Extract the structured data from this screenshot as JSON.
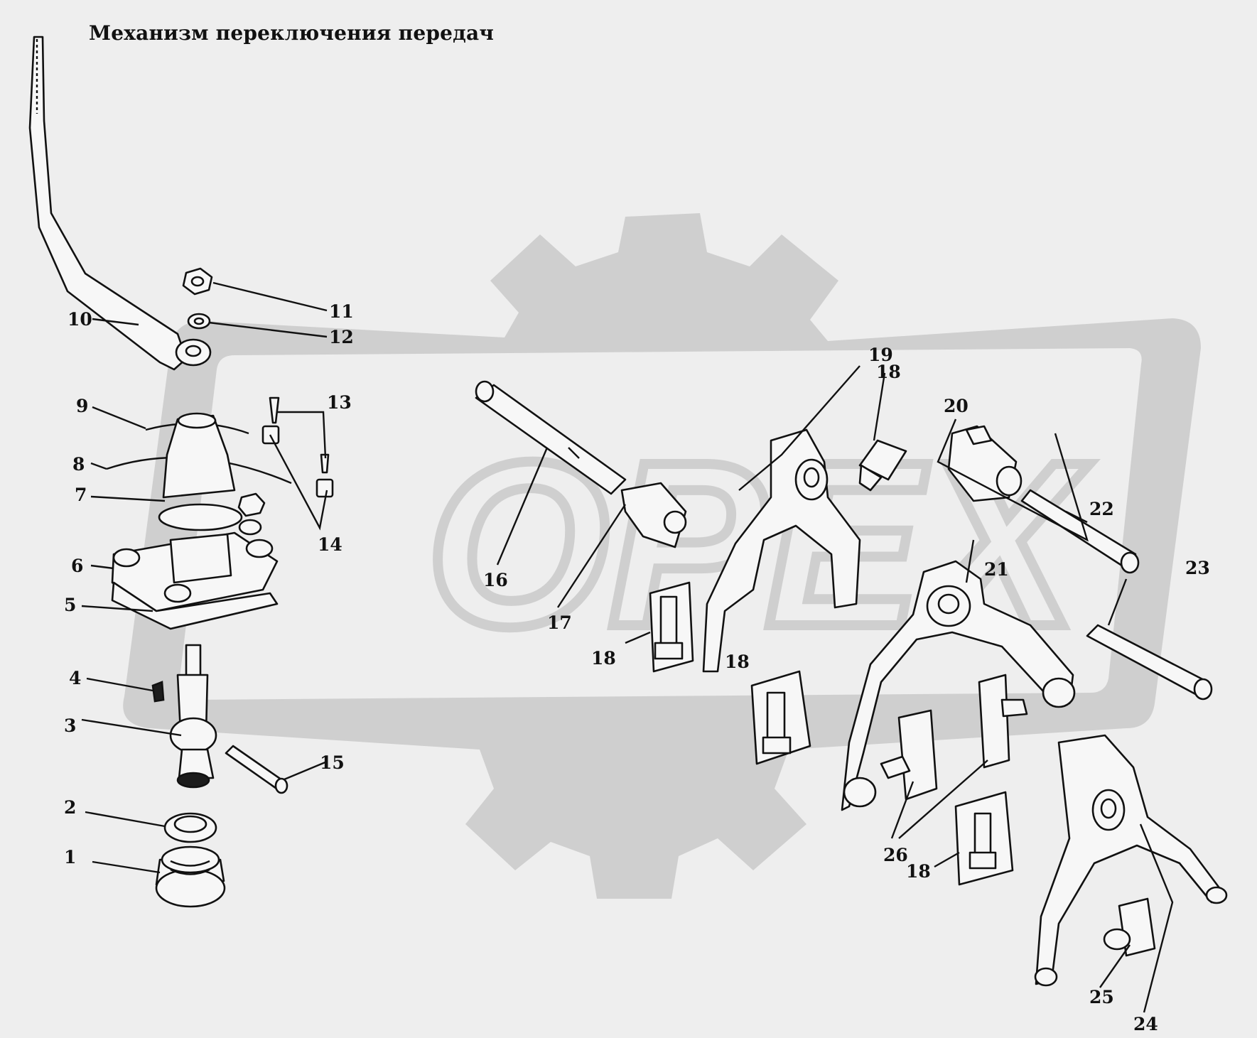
{
  "title": "Механизм переключения передач",
  "colors": {
    "background": "#eeeeee",
    "watermark": "#cfcfcf",
    "ink": "#111111"
  },
  "callouts": [
    {
      "n": "1"
    },
    {
      "n": "2"
    },
    {
      "n": "3"
    },
    {
      "n": "4"
    },
    {
      "n": "5"
    },
    {
      "n": "6"
    },
    {
      "n": "7"
    },
    {
      "n": "8"
    },
    {
      "n": "9"
    },
    {
      "n": "10"
    },
    {
      "n": "11"
    },
    {
      "n": "12"
    },
    {
      "n": "13"
    },
    {
      "n": "14"
    },
    {
      "n": "15"
    },
    {
      "n": "16"
    },
    {
      "n": "17"
    },
    {
      "n": "18"
    },
    {
      "n": "18"
    },
    {
      "n": "18"
    },
    {
      "n": "18"
    },
    {
      "n": "19"
    },
    {
      "n": "20"
    },
    {
      "n": "21"
    },
    {
      "n": "22"
    },
    {
      "n": "23"
    },
    {
      "n": "24"
    },
    {
      "n": "25"
    },
    {
      "n": "26"
    }
  ]
}
